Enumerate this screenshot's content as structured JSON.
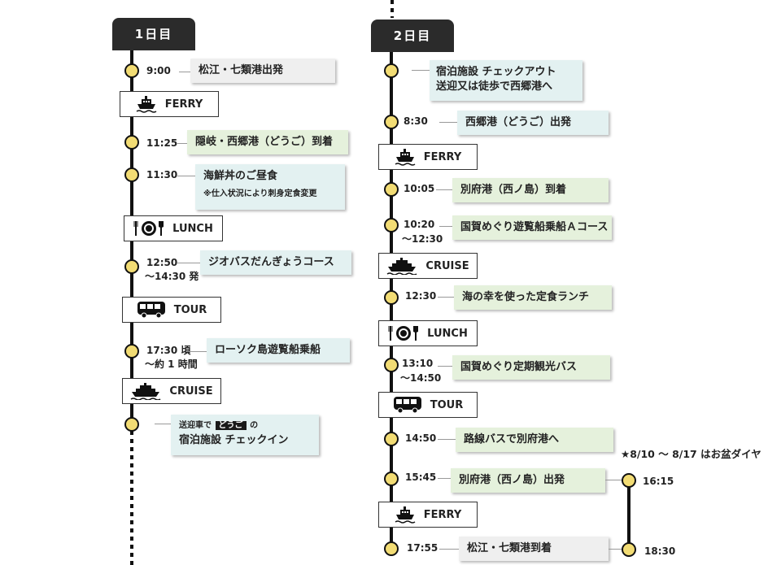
{
  "day1": {
    "title": "1日目",
    "events": [
      {
        "time": "9:00",
        "label": "松江・七類港出発"
      },
      {
        "badge": "FERRY",
        "icon": "ferry-icon"
      },
      {
        "time": "11:25",
        "label": "隠岐・西郷港（どうご）到着"
      },
      {
        "time": "11:30",
        "label": "海鮮丼のご昼食",
        "note": "※仕入状況により刺身定食変更"
      },
      {
        "badge": "LUNCH",
        "icon": "lunch-icon"
      },
      {
        "time": "12:50",
        "time2": "～14:30 発",
        "label": "ジオバスだんぎょうコース"
      },
      {
        "badge": "TOUR",
        "icon": "bus-icon"
      },
      {
        "time": "17:30 頃",
        "time2": "～約 1 時間",
        "label": "ローソク島遊覧船乗船"
      },
      {
        "badge": "CRUISE",
        "icon": "cruise-icon"
      },
      {
        "label_pre": "送迎車で",
        "label_hl": "どうご",
        "label_post": "の",
        "label_line2": "宿泊施設 チェックイン"
      }
    ]
  },
  "day2": {
    "title": "2日目",
    "events": [
      {
        "label": "宿泊施設 チェックアウト",
        "label2": "送迎又は徒歩で西郷港へ"
      },
      {
        "time": "8:30",
        "label": "西郷港（どうご）出発"
      },
      {
        "badge": "FERRY",
        "icon": "ferry-icon"
      },
      {
        "time": "10:05",
        "label": "別府港（西ノ島）到着"
      },
      {
        "time": "10:20",
        "time2": "～12:30",
        "label": "国賀めぐり遊覧船乗船Ａコース"
      },
      {
        "badge": "CRUISE",
        "icon": "cruise-icon"
      },
      {
        "time": "12:30",
        "label": "海の幸を使った定食ランチ"
      },
      {
        "badge": "LUNCH",
        "icon": "lunch-icon"
      },
      {
        "time": "13:10",
        "time2": "～14:50",
        "label": "国賀めぐり定期観光バス"
      },
      {
        "badge": "TOUR",
        "icon": "bus-icon"
      },
      {
        "time": "14:50",
        "label": "路線バスで別府港へ"
      },
      {
        "time": "15:45",
        "label": "別府港（西ノ島）出発"
      },
      {
        "badge": "FERRY",
        "icon": "ferry-icon"
      },
      {
        "time": "17:55",
        "label": "松江・七類港到着"
      }
    ],
    "obon": {
      "note": "★8/10 ～ 8/17 はお盆ダイヤ",
      "depart": "16:15",
      "arrive": "18:30"
    }
  },
  "colors": {
    "dot": "#f2dc74",
    "tab": "#2b2b2b",
    "card_gray": "#efefef",
    "card_blue": "#e3f1f1",
    "card_green": "#e5f1dc"
  }
}
